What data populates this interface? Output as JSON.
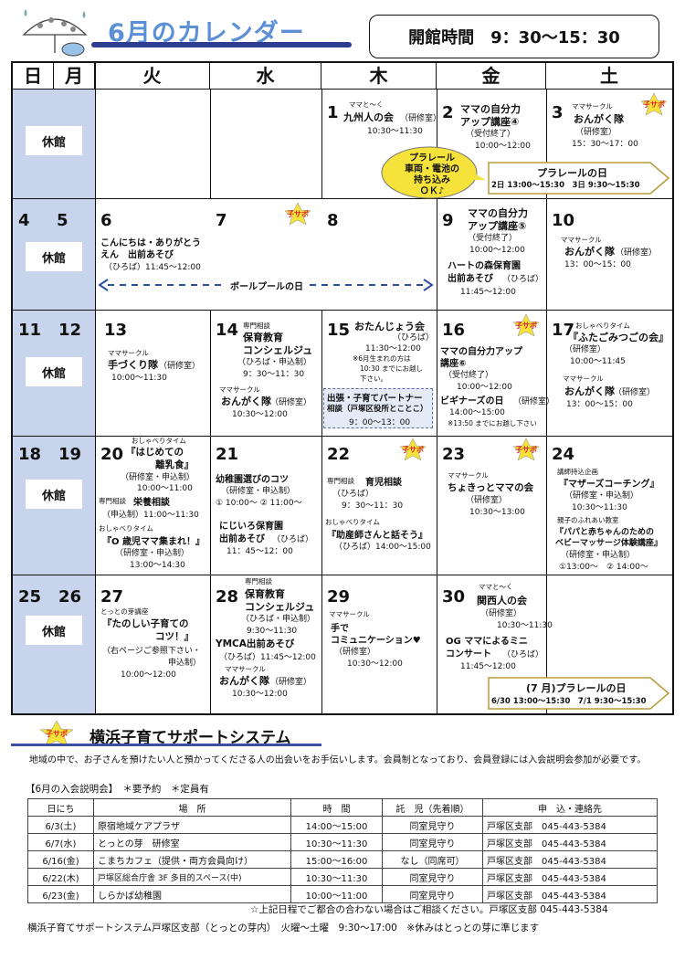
{
  "header": {
    "title": "6月のカレンダー",
    "hours": "開館時間　9：30〜15：30"
  },
  "weekdays": [
    "日",
    "月",
    "火",
    "水",
    "木",
    "金",
    "土"
  ],
  "closed_label": "休館",
  "kosapo_label": "子サポ",
  "days": {
    "d1": "1",
    "d2": "2",
    "d3": "3",
    "d4": "4",
    "d5": "5",
    "d6": "6",
    "d7": "7",
    "d8": "8",
    "d9": "9",
    "d10": "10",
    "d11": "11",
    "d12": "12",
    "d13": "13",
    "d14": "14",
    "d15": "15",
    "d16": "16",
    "d17": "17",
    "d18": "18",
    "d19": "19",
    "d20": "20",
    "d21": "21",
    "d22": "22",
    "d23": "23",
    "d24": "24",
    "d25": "25",
    "d26": "26",
    "d27": "27",
    "d28": "28",
    "d29": "29",
    "d30": "30"
  },
  "events": {
    "w1": {
      "thu_tag": "ママと〜く",
      "thu_title": "九州人の会",
      "thu_room": "（研修室）",
      "thu_time": "10:30〜11:30",
      "fri_title1": "ママの自分力",
      "fri_title2": "アップ講座④",
      "fri_note": "（受付終了）",
      "fri_time": "10:00〜12:00",
      "sat_tag": "ママサークル",
      "sat_title": "おんがく隊",
      "sat_room": "（研修室）",
      "sat_time": "15：30〜17：00",
      "bubble1": "プラレール",
      "bubble2": "車両・電池の",
      "bubble3": "持ち込み",
      "bubble4": "ＯＫ♪",
      "arrow_title": "プラレールの日",
      "arrow_detail": "2日 13:00〜15:30　3日 9:30〜15:30"
    },
    "w2": {
      "tue_title1": "こんにちは・ありがとう",
      "tue_title2": "えん　出前あそび",
      "tue_time": "（ひろば）11:45〜12:00",
      "pool": "ボールプールの日",
      "fri_title1": "ママの自分力",
      "fri_title2": "アップ講座⑤",
      "fri_note": "（受付終了）",
      "fri_time": "10:00〜12:00",
      "fri_b1": "ハートの森保育園",
      "fri_b2": "出前あそび",
      "fri_b_room": "（ひろば）",
      "fri_b_time": "11:45〜12:00",
      "sat_tag": "ママサークル",
      "sat_title": "おんがく隊",
      "sat_room": "（研修室）",
      "sat_time": "13：00〜15：00"
    },
    "w3": {
      "tue_tag": "ママサークル",
      "tue_title": "手づくり隊",
      "tue_room": "（研修室）",
      "tue_time": "10:00〜11:30",
      "wed_tag": "専門相談",
      "wed_title1": "保育教育",
      "wed_title2": "コンシェルジュ",
      "wed_note": "（ひろば・申込制）",
      "wed_time": "9：30〜11：30",
      "wed_tag2": "ママサークル",
      "wed_title3": "おんがく隊",
      "wed_room2": "（研修室）",
      "wed_time2": "10:30〜12:00",
      "thu_title": "おたんじょう会",
      "thu_room": "（ひろば）",
      "thu_time": "11:30〜12:00",
      "thu_n1": "※6月生まれの方は",
      "thu_n2": "10:30 までにお越し",
      "thu_n3": "下さい。",
      "thu_box1": "出張・子育てパートナー",
      "thu_box2": "相談（戸塚区役所とことこ）",
      "thu_box3": "9：00〜13：00",
      "fri_title1": "ママの自分力アップ",
      "fri_title2": "講座⑥",
      "fri_note": "（受付終了）",
      "fri_time": "10:00〜12:00",
      "fri_b": "ビギナーズの日",
      "fri_b_room": "（研修室）",
      "fri_b_time": "14:00〜15:00",
      "fri_b_note": "※13:50 までにお越し下さい",
      "sat_tag": "おしゃべりタイム",
      "sat_title": "『ふたごみつごの会』",
      "sat_room": "（研修室）",
      "sat_time": "10:00〜11:45",
      "sat_tag2": "ママサークル",
      "sat_title2": "おんがく隊",
      "sat_room2": "（研修室）",
      "sat_time2": "13：00〜15：00"
    },
    "w4": {
      "tue_tag": "おしゃべりタイム",
      "tue_title1": "『はじめての",
      "tue_title2": "離乳食』",
      "tue_room": "（研修室・申込制）",
      "tue_time": "10:00〜11:00",
      "tue_tag2": "専門相談",
      "tue_title3": "栄養相談",
      "tue_note2": "（申込制）11:00〜11:30",
      "tue_tag3": "おしゃべりタイム",
      "tue_title4": "『O 歳児ママ集まれ！』",
      "tue_room3": "（研修室・申込制）",
      "tue_time3": "13:00〜14:30",
      "wed_title": "幼稚園選びのコツ",
      "wed_note": "（研修室・申込制）",
      "wed_time": "① 10:00〜 ② 11:00〜",
      "wed_title2": "にじいろ保育園",
      "wed_title3": "出前あそび",
      "wed_room2": "（ひろば）",
      "wed_time2": "11：45〜12：00",
      "thu_tag": "専門相談",
      "thu_title": "育児相談",
      "thu_room": "（ひろば）",
      "thu_time": "9：30〜11：30",
      "thu_tag2": "おしゃべりタイム",
      "thu_title2": "『助産師さんと話そう』",
      "thu_time2": "（ひろば）14:00〜15:00",
      "fri_tag": "ママサークル",
      "fri_title": "ちょきっとママの会",
      "fri_room": "（研修室）",
      "fri_time": "10:30〜13:00",
      "sat_tag": "講師持込企画",
      "sat_title": "『マザーズコーチング』",
      "sat_room": "（研修室・申込制）",
      "sat_time": "10:30〜11:30",
      "sat_tag2": "親子のふれあい教室",
      "sat_title2": "『パパと赤ちゃんのための",
      "sat_title3": "ベビーマッサージ体験講座』",
      "sat_room2": "（研修室・申込制）",
      "sat_time2": "①13:00〜　② 14:00〜"
    },
    "w5": {
      "tue_tag": "とっとの芽講座",
      "tue_title1": "『たのしい子育ての",
      "tue_title2": "コツ！』",
      "tue_note1": "（右ページご参照下さい・",
      "tue_note2": "申込制）",
      "tue_time": "10:00〜12:00",
      "wed_tag": "専門相談",
      "wed_title1": "保育教育",
      "wed_title2": "コンシェルジュ",
      "wed_note": "（ひろば・申込制）",
      "wed_time": "9:30〜11:30",
      "wed_b": "YMCA出前あそび",
      "wed_b_time": "（ひろば）11:45〜12:00",
      "wed_tag2": "ママサークル",
      "wed_title3": "おんがく隊",
      "wed_room2": "（研修室）",
      "wed_time2": "10:30〜12:00",
      "thu_tag": "ママサークル",
      "thu_title1": "手で",
      "thu_title2": "コミュニケーション♥",
      "thu_room": "（研修室）",
      "thu_time": "10:30〜12:00",
      "fri_tag": "ママと〜く",
      "fri_title": "関西人の会",
      "fri_room": "（研修室）",
      "fri_time": "10:30〜11:30",
      "fri_b1": "OG ママによるミニ",
      "fri_b2": "コンサート",
      "fri_b_room": "（ひろば）",
      "fri_b_time": "11:45〜12:00",
      "arrow_title": "(7 月)プラレールの日",
      "arrow_detail": "6/30 13:00〜15:30　7/1 9:30〜15:30"
    }
  },
  "support": {
    "title": "横浜子育てサポートシステム",
    "intro": "地域の中で、お子さんを預けたい人と預かってくださる人の出会いをお手伝いします。会員制となっており、会員登録には入会説明会参加が必要です。",
    "sessions_title": "【6月の入会説明会】　＊要予約　＊定員有",
    "table_headers": [
      "日にち",
      "場　所",
      "時　間",
      "託　児（先着順）",
      "申　込・連絡先"
    ],
    "rows": [
      [
        "6/3(土)",
        "原宿地域ケアプラザ",
        "14:00〜15:00",
        "同室見守り",
        "戸塚区支部　045-443-5384"
      ],
      [
        "6/7(水)",
        "とっとの芽　研修室",
        "10:30〜11:30",
        "同室見守り",
        "戸塚区支部　045-443-5384"
      ],
      [
        "6/16(金)",
        "こまちカフェ（提供・両方会員向け）",
        "15:00〜16:00",
        "なし（同席可）",
        "戸塚区支部　045-443-5384"
      ],
      [
        "6/22(木)",
        "戸塚区総合庁舎 3F 多目的スペース(中)",
        "10:30〜11:30",
        "同室見守り",
        "戸塚区支部　045-443-5384"
      ],
      [
        "6/23(金)",
        "しらかば幼稚園",
        "10:00〜11:00",
        "同室見守り",
        "戸塚区支部　045-443-5384"
      ]
    ],
    "note": "☆上記日程でご都合の合わない場合はご相談ください。戸塚区支部 045-443-5384",
    "footer": "横浜子育てサポートシステム戸塚区支部（とっとの芽内）　火曜〜土曜　9:30〜17:00　※休みはとっとの芽に準じます"
  },
  "colors": {
    "title": "#5b8fd6",
    "sunday_bg": "#c8d4ec",
    "star_fill": "#f5e23a",
    "accent": "#2e3d8f"
  }
}
